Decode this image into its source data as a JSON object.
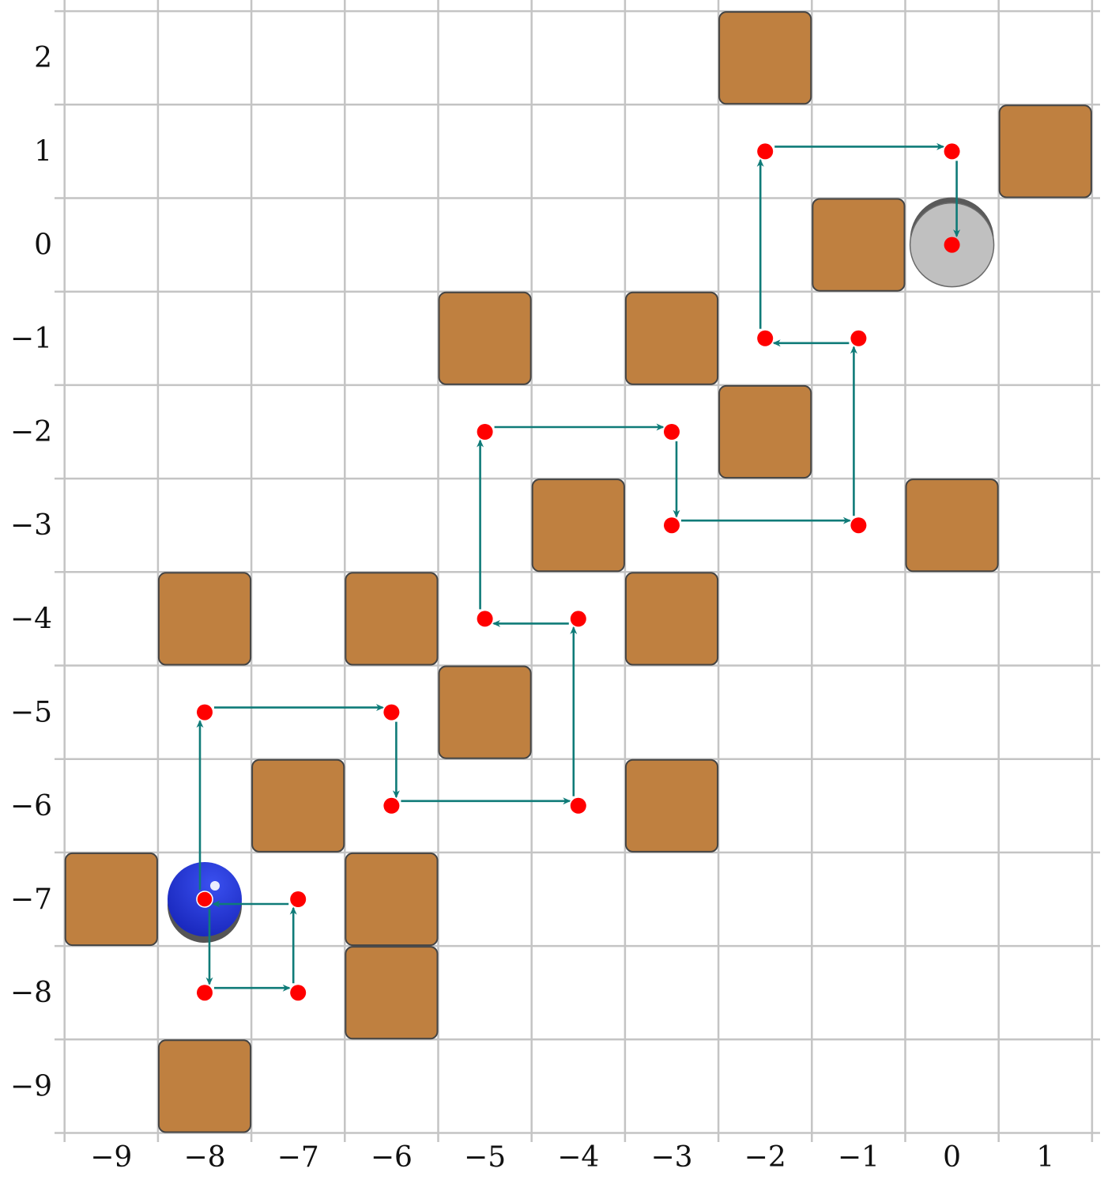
{
  "board": {
    "x_ticks": [
      {
        "value": -9,
        "label": "−9"
      },
      {
        "value": -8,
        "label": "−8"
      },
      {
        "value": -7,
        "label": "−7"
      },
      {
        "value": -6,
        "label": "−6"
      },
      {
        "value": -5,
        "label": "−5"
      },
      {
        "value": -4,
        "label": "−4"
      },
      {
        "value": -3,
        "label": "−3"
      },
      {
        "value": -2,
        "label": "−2"
      },
      {
        "value": -1,
        "label": "−1"
      },
      {
        "value": 0,
        "label": "0"
      },
      {
        "value": 1,
        "label": "1"
      }
    ],
    "y_ticks": [
      {
        "value": 2,
        "label": "2"
      },
      {
        "value": 1,
        "label": "1"
      },
      {
        "value": 0,
        "label": "0"
      },
      {
        "value": -1,
        "label": "−1"
      },
      {
        "value": -2,
        "label": "−2"
      },
      {
        "value": -3,
        "label": "−3"
      },
      {
        "value": -4,
        "label": "−4"
      },
      {
        "value": -5,
        "label": "−5"
      },
      {
        "value": -6,
        "label": "−6"
      },
      {
        "value": -7,
        "label": "−7"
      },
      {
        "value": -8,
        "label": "−8"
      },
      {
        "value": -9,
        "label": "−9"
      }
    ],
    "walls": [
      [
        -2,
        2
      ],
      [
        1,
        1
      ],
      [
        -1,
        0
      ],
      [
        -5,
        -1
      ],
      [
        -3,
        -1
      ],
      [
        -2,
        -2
      ],
      [
        -4,
        -3
      ],
      [
        0,
        -3
      ],
      [
        -8,
        -4
      ],
      [
        -6,
        -4
      ],
      [
        -3,
        -4
      ],
      [
        -5,
        -5
      ],
      [
        -7,
        -6
      ],
      [
        -3,
        -6
      ],
      [
        -9,
        -7
      ],
      [
        -6,
        -7
      ],
      [
        -6,
        -8
      ],
      [
        -8,
        -9
      ]
    ],
    "player": {
      "cell": [
        -8,
        -7
      ],
      "color": "#1a2fd0"
    },
    "goal": {
      "cell": [
        0,
        0
      ],
      "color": "#c0c0c0"
    },
    "path": [
      [
        -8,
        -7
      ],
      [
        -8,
        -8
      ],
      [
        -7,
        -8
      ],
      [
        -7,
        -7
      ],
      [
        -8,
        -7
      ],
      [
        -8,
        -5
      ],
      [
        -6,
        -5
      ],
      [
        -6,
        -6
      ],
      [
        -4,
        -6
      ],
      [
        -4,
        -4
      ],
      [
        -5,
        -4
      ],
      [
        -5,
        -2
      ],
      [
        -3,
        -2
      ],
      [
        -3,
        -3
      ],
      [
        -1,
        -3
      ],
      [
        -1,
        -1
      ],
      [
        -2,
        -1
      ],
      [
        -2,
        1
      ],
      [
        0,
        1
      ],
      [
        0,
        0
      ]
    ],
    "colors": {
      "wall": "#bf8040",
      "waypoint": "#ff0000",
      "arrow": "#0f7b78",
      "grid": "#c4c4c4"
    }
  }
}
